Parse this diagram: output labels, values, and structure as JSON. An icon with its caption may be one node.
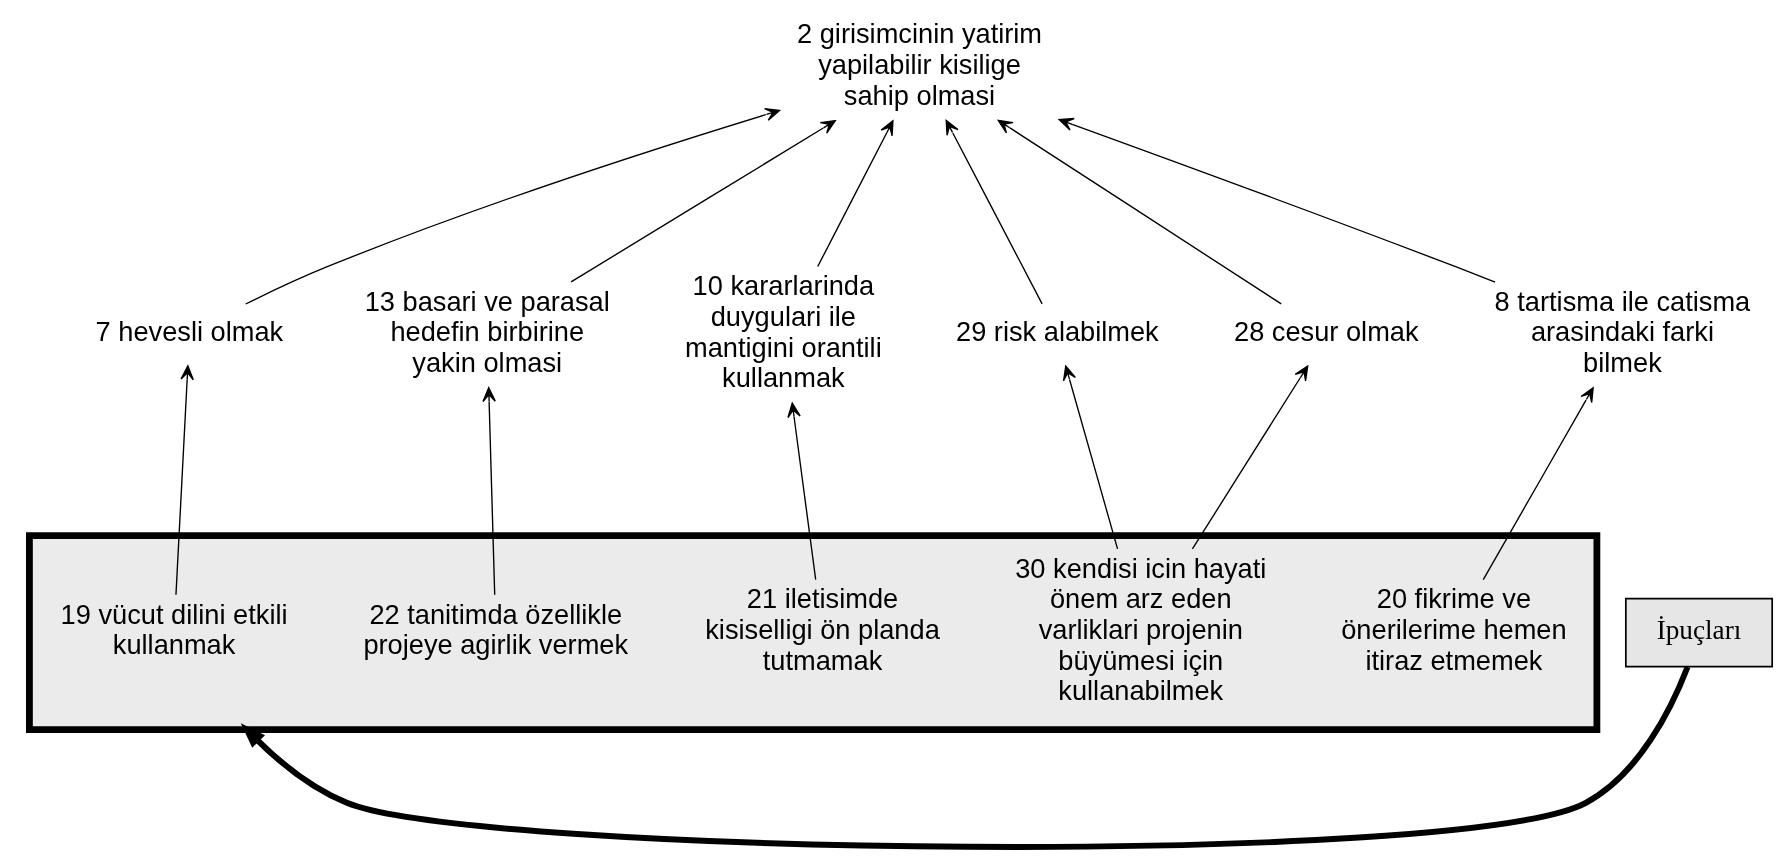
{
  "diagram": {
    "nodes": [
      {
        "text": [
          "2 girisimcinin yatirim yapilabilir kisilige sahip olmasi"
        ]
      },
      {
        "text": [
          "7 hevesli olmak"
        ]
      },
      {
        "text": [
          "13 basari ve parasal hedefin birbirine yakin olmasi"
        ]
      },
      {
        "text": [
          "10 kararlarinda duygulari ile mantigini orantili kullanmak"
        ]
      },
      {
        "text": [
          "29 risk alabilmek"
        ]
      },
      {
        "text": [
          "28 cesur olmak"
        ]
      },
      {
        "text": [
          "8 tartisma ile catisma arasindaki farki bilmek"
        ]
      },
      {
        "text": [
          "İpuçları"
        ]
      },
      {
        "text": [],
        "shape": "box"
      },
      {
        "text": [
          "19 vücut dilini etkili kullanmak"
        ],
        "in": 8
      },
      {
        "text": [
          "22 tanitimda özellikle projeye agirlik vermek"
        ],
        "in": 8
      },
      {
        "text": [
          "21 iletisimde kisiselligi ön planda tutmamak"
        ],
        "in": 8
      },
      {
        "text": [
          "30 kendisi icin hayati önem arz eden varliklari projenin büyümesi için kullanabilmek"
        ],
        "in": 8
      },
      {
        "text": [
          "20 fikrime ve önerilerime hemen itiraz etmemek"
        ],
        "in": 8
      }
    ],
    "edges": [
      {
        "from": 1,
        "to": 0,
        "arrow": "to"
      },
      {
        "from": 2,
        "to": 0,
        "arrow": "to"
      },
      {
        "from": 3,
        "to": 0,
        "arrow": "to"
      },
      {
        "from": 4,
        "to": 0,
        "arrow": "to"
      },
      {
        "from": 5,
        "to": 0,
        "arrow": "to"
      },
      {
        "from": 6,
        "to": 0,
        "arrow": "to"
      },
      {
        "from": 9,
        "to": 1,
        "arrow": "to"
      },
      {
        "from": 10,
        "to": 2,
        "arrow": "to"
      },
      {
        "from": 11,
        "to": 3,
        "arrow": "to"
      },
      {
        "from": 12,
        "to": 4,
        "arrow": "to"
      },
      {
        "from": 12,
        "to": 5,
        "arrow": "to"
      },
      {
        "from": 13,
        "to": 6,
        "arrow": "to"
      },
      {
        "from": 7,
        "to": 8,
        "arrow": "to",
        "style": "thick"
      }
    ]
  }
}
